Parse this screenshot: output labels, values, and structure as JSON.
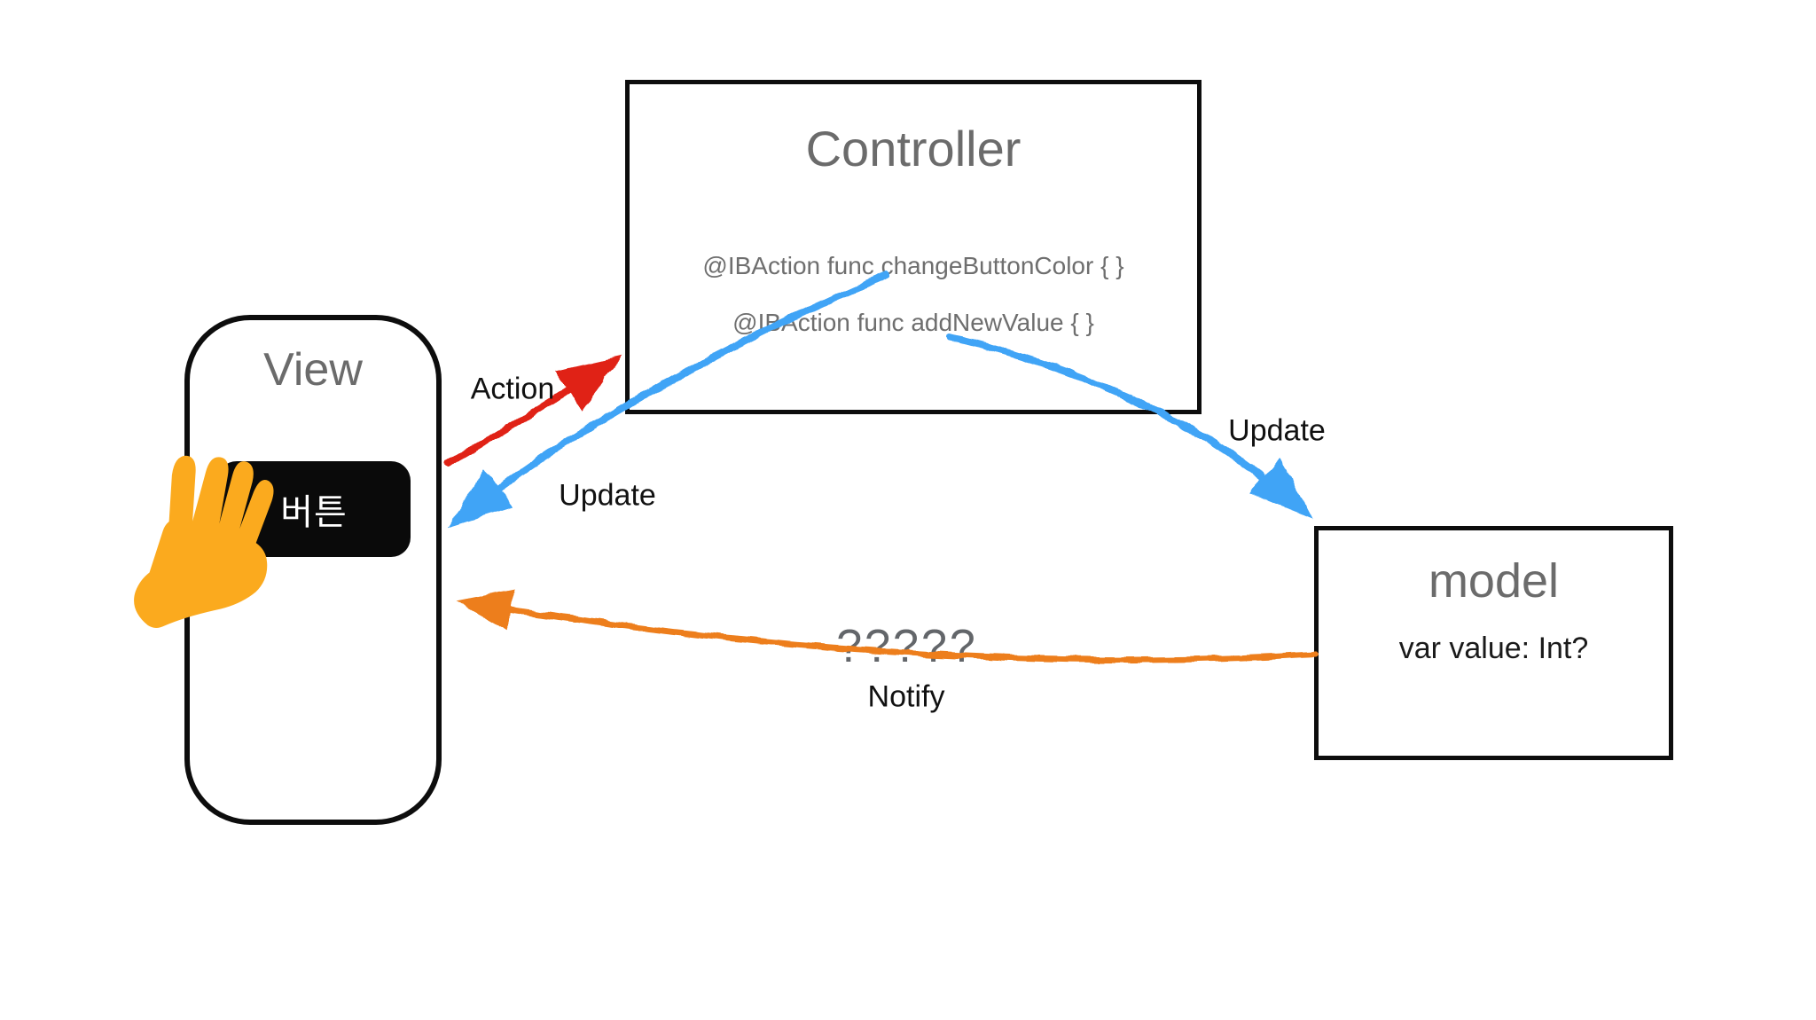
{
  "diagram": {
    "type": "mvc-architecture",
    "background": "#ffffff",
    "colors": {
      "action_arrow": "#e02419",
      "update_arrow": "#3fa4f6",
      "notify_arrow": "#ed7e1b",
      "hand": "#fbaa1e",
      "title_gray": "#6b6b6b",
      "code_gray": "#6e6e6e",
      "question_gray": "#63666a",
      "text_black": "#111111",
      "button_bg": "#0a0a0a",
      "button_text": "#ffffff",
      "box_border": "#0d0d0d"
    },
    "view": {
      "title": "View",
      "button_label": "버튼"
    },
    "controller": {
      "title": "Controller",
      "lines": [
        "@IBAction func changeButtonColor { }",
        "@IBAction func addNewValue { }"
      ]
    },
    "model": {
      "title": "model",
      "body": "var value: Int?"
    },
    "arrows": {
      "action": {
        "label": "Action",
        "from": "View",
        "to": "Controller",
        "color": "#e02419"
      },
      "update_to_view": {
        "label": "Update",
        "from": "Controller",
        "to": "View",
        "color": "#3fa4f6"
      },
      "update_to_model": {
        "label": "Update",
        "from": "Controller",
        "to": "model",
        "color": "#3fa4f6"
      },
      "notify": {
        "label": "Notify",
        "question": "?????",
        "from": "model",
        "to": "View",
        "color": "#ed7e1b"
      }
    }
  }
}
